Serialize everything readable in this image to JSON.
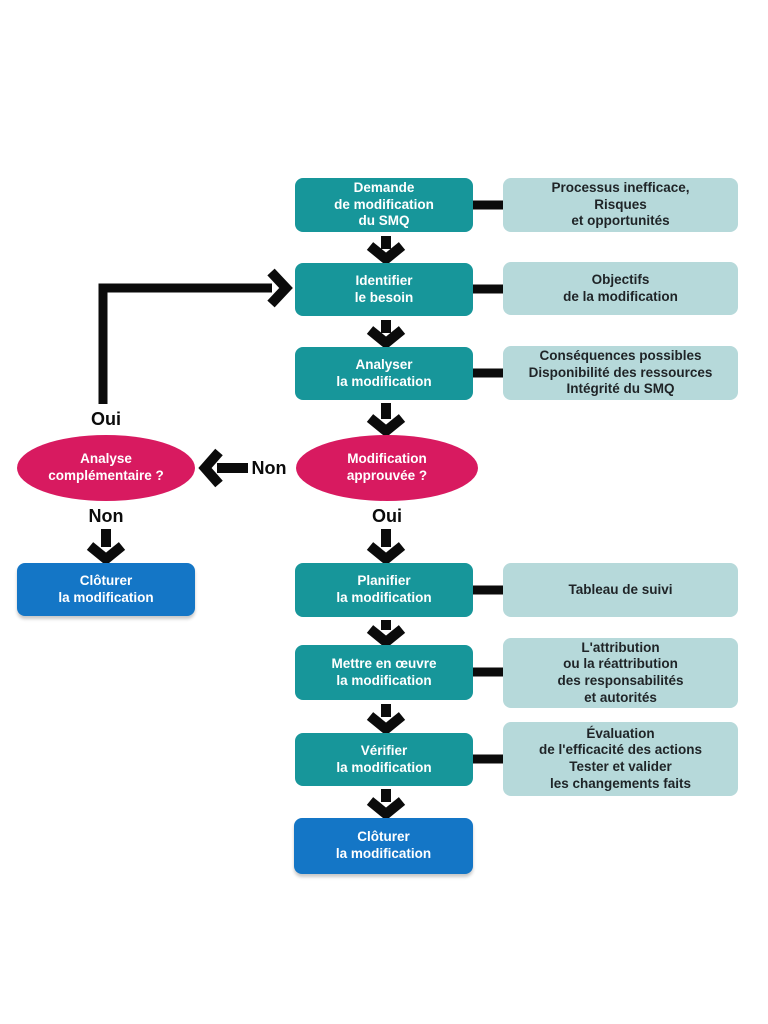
{
  "diagram": {
    "kind": "flowchart",
    "language": "fr",
    "topic": "Processus de modification du SMQ"
  },
  "colors": {
    "step_box": "#17969A",
    "note_box": "#B6D9DA",
    "decision_ellipse": "#D81A60",
    "terminal_box": "#1476C6",
    "connector": "#0B0B0B",
    "background": "#FFFFFF"
  },
  "nodes": {
    "demande": {
      "text": "Demande\nde modification\ndu SMQ"
    },
    "identifier": {
      "text": "Identifier\nle besoin"
    },
    "analyser": {
      "text": "Analyser\nla modification"
    },
    "decision_approuvee": {
      "text": "Modification\napprouvée ?"
    },
    "decision_complementaire": {
      "text": "Analyse\ncomplémentaire ?"
    },
    "planifier": {
      "text": "Planifier\nla modification"
    },
    "mettre": {
      "text": "Mettre en œuvre\nla modification"
    },
    "verifier": {
      "text": "Vérifier\nla modification"
    },
    "cloturer_left": {
      "text": "Clôturer\nla modification"
    },
    "cloturer_main": {
      "text": "Clôturer\nla modification"
    }
  },
  "notes": {
    "n1": {
      "text": "Processus inefficace,\nRisques\net opportunités"
    },
    "n2": {
      "text": "Objectifs\nde la modification"
    },
    "n3": {
      "text": "Conséquences possibles\nDisponibilité des ressources\nIntégrité du SMQ"
    },
    "n4": {
      "text": "Tableau de suivi"
    },
    "n5": {
      "text": "L'attribution\nou la réattribution\ndes responsabilités\net autorités"
    },
    "n6": {
      "text": "Évaluation\nde l'efficacité des actions\nTester et valider\nles changements faits"
    }
  },
  "labels": {
    "loop_oui": "Oui",
    "left_non": "Non",
    "branch_non": "Non",
    "branch_oui": "Oui"
  }
}
